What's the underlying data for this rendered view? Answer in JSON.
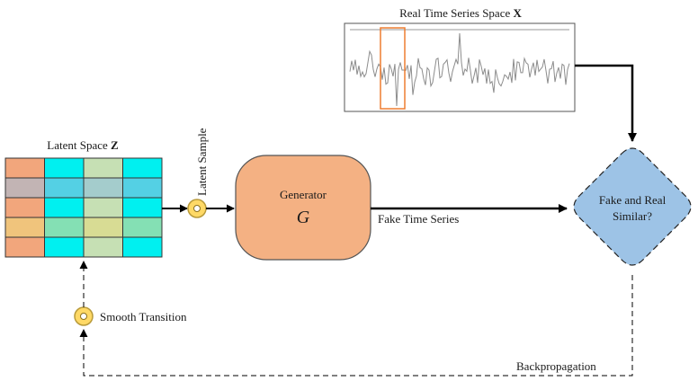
{
  "real_space": {
    "label": "Real Time Series Space ",
    "symbol": "X"
  },
  "latent_space": {
    "label": "Latent Space ",
    "symbol": "Z",
    "grid_colors": [
      [
        "#f2a67c",
        "#00f0f0",
        "#c6e0b4",
        "#00f0f0"
      ],
      [
        "#c2b4b4",
        "#54d0e4",
        "#a4cccc",
        "#54d0e4"
      ],
      [
        "#f2a67c",
        "#00f0f0",
        "#c6e0b4",
        "#00f0f0"
      ],
      [
        "#f0c47c",
        "#84e0b4",
        "#d8dc94",
        "#84e0b4"
      ],
      [
        "#f2a67c",
        "#00f0f0",
        "#c6e0b4",
        "#00f0f0"
      ]
    ]
  },
  "latent_sample": {
    "label": "Latent Sample"
  },
  "generator": {
    "title": "Generator",
    "symbol": "G"
  },
  "fake_series": {
    "label": "Fake Time Series"
  },
  "discriminator": {
    "line1": "Fake and Real",
    "line2": "Similar?"
  },
  "smooth_transition": {
    "label": "Smooth Transition"
  },
  "backprop": {
    "label": "Backpropagation"
  },
  "colors": {
    "generator_fill": "#f4b183",
    "discriminator_fill": "#9dc3e6",
    "window_stroke": "#ed7d31",
    "node_fill": "#ffd966",
    "signal": "#8c8c8c"
  }
}
